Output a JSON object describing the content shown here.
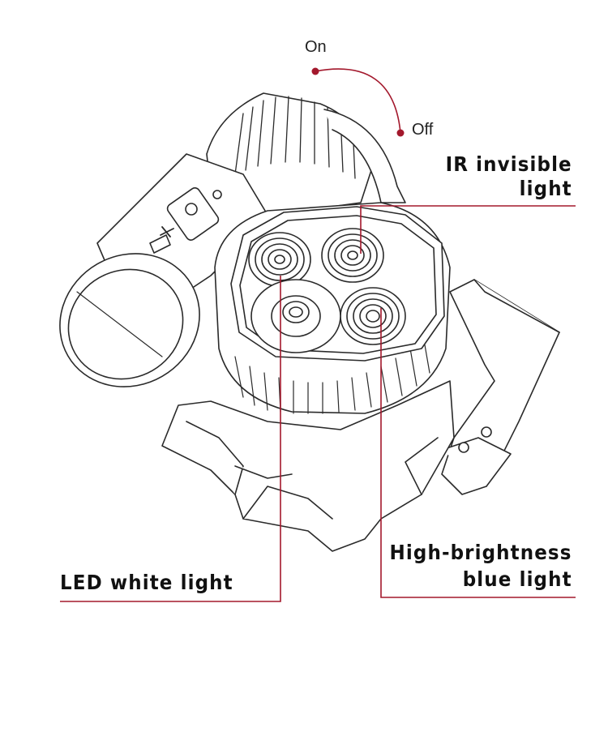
{
  "switch": {
    "on_label": "On",
    "off_label": "Off"
  },
  "callouts": {
    "ir": {
      "line1": "IR invisible",
      "line2": "light"
    },
    "blue": {
      "line1": "High-brightness",
      "line2": "blue light"
    },
    "led": {
      "label": "LED white light"
    }
  },
  "colors": {
    "accent": "#a3182c",
    "outline": "#2a2a2a",
    "background": "#ffffff"
  }
}
